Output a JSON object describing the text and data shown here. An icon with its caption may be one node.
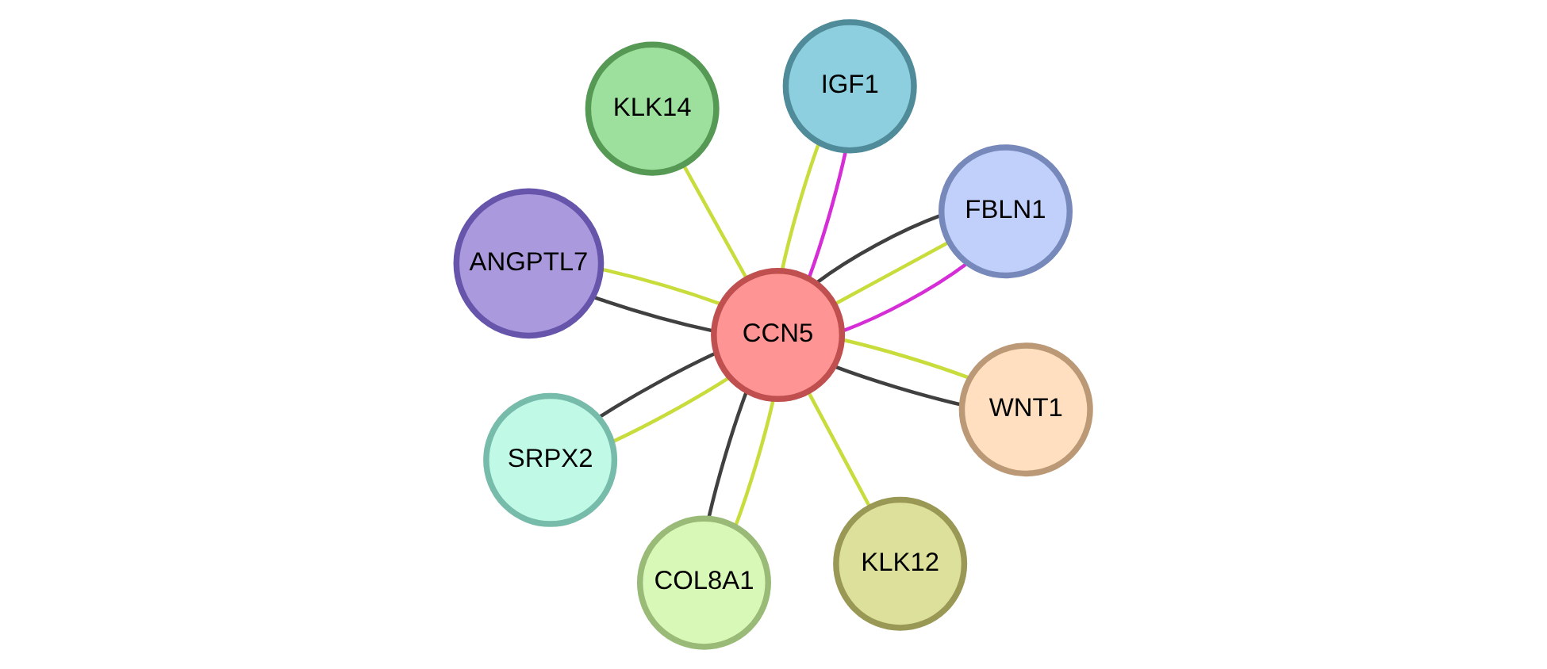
{
  "diagram": {
    "nodes": [
      {
        "text": [
          "ANGPTL7"
        ]
      },
      {
        "text": [
          "FBLN1"
        ]
      },
      {
        "text": [
          "KLK12"
        ]
      },
      {
        "text": [
          "IGF1"
        ]
      },
      {
        "text": [
          "CCN5"
        ]
      },
      {
        "text": [
          "KLK14"
        ]
      },
      {
        "text": [
          "SRPX2"
        ]
      },
      {
        "text": [
          "WNT1"
        ]
      },
      {
        "text": [
          "COL8A1"
        ]
      }
    ],
    "edges": [
      {
        "from": 4,
        "to": 0,
        "arrow": "none",
        "color": "#404040"
      },
      {
        "from": 4,
        "to": 0,
        "arrow": "none"
      },
      {
        "from": 4,
        "to": 1,
        "arrow": "none",
        "color": "#404040"
      },
      {
        "from": 4,
        "to": 1,
        "arrow": "none",
        "color": "#d62ed6"
      },
      {
        "from": 4,
        "to": 1,
        "arrow": "none"
      },
      {
        "from": 4,
        "to": 2,
        "arrow": "none"
      },
      {
        "from": 4,
        "to": 3,
        "arrow": "none"
      },
      {
        "from": 4,
        "to": 3,
        "arrow": "none",
        "color": "#d62ed6"
      },
      {
        "from": 4,
        "to": 5,
        "arrow": "none"
      },
      {
        "from": 4,
        "to": 6,
        "arrow": "none"
      },
      {
        "from": 4,
        "to": 6,
        "arrow": "none",
        "color": "#404040"
      },
      {
        "from": 4,
        "to": 7,
        "arrow": "none"
      },
      {
        "from": 4,
        "to": 7,
        "arrow": "none",
        "color": "#404040"
      },
      {
        "from": 4,
        "to": 8,
        "arrow": "none"
      },
      {
        "from": 4,
        "to": 8,
        "arrow": "none",
        "color": "#404040"
      }
    ]
  }
}
